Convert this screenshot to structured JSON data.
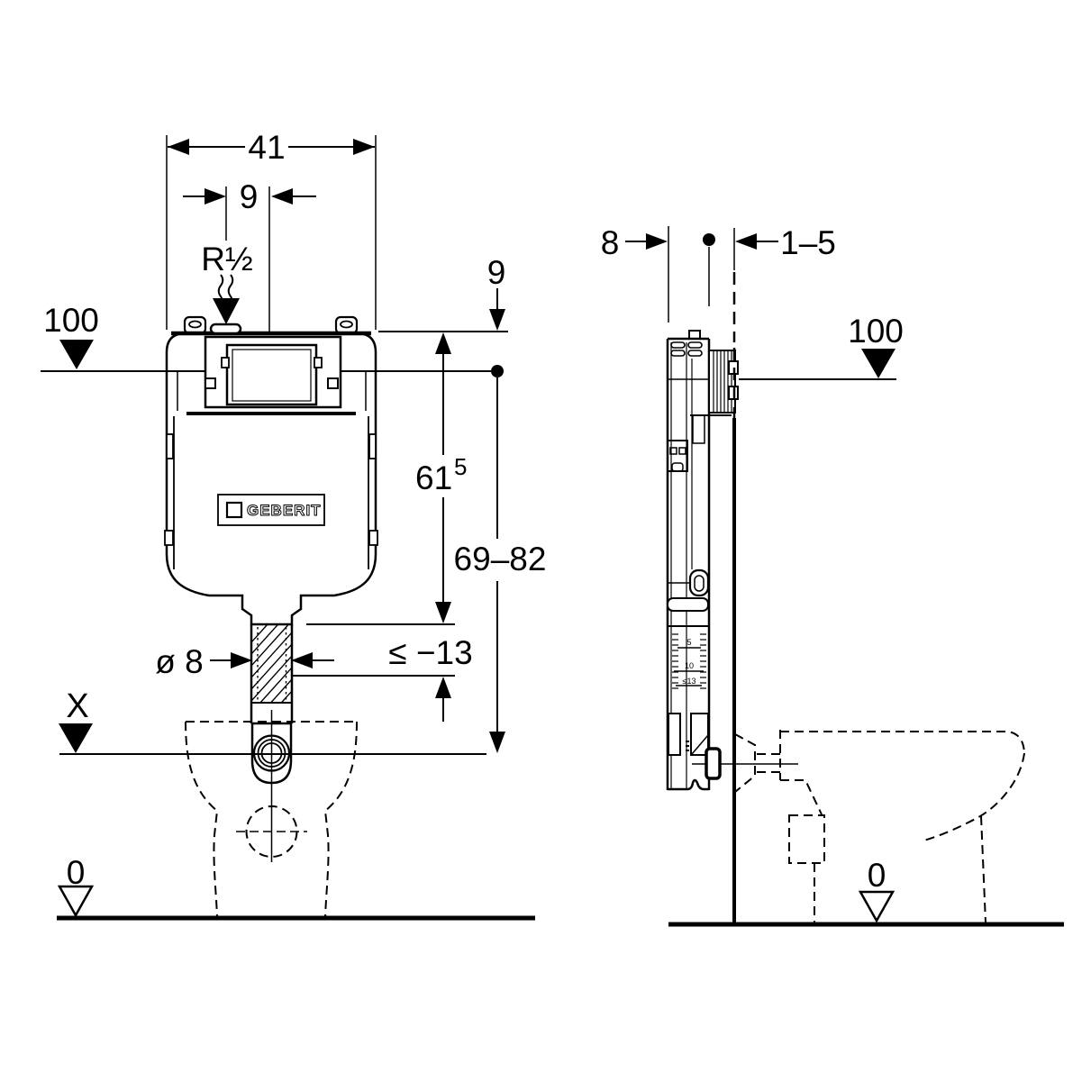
{
  "drawing": {
    "brand_label": "GEBERIT",
    "front": {
      "dim_width": "41",
      "dim_inlet_offset": "9",
      "inlet_label": "R½",
      "datum_100": "100",
      "dim_top": "9",
      "height_main": "61",
      "height_sup": "5",
      "activation_range": "69–82",
      "cut_allowance": "≤ −13",
      "pipe_diameter": "ø 8",
      "datum_x": "X",
      "datum_zero": "0"
    },
    "side": {
      "dim_depth": "8",
      "dim_wall_finish": "1–5",
      "datum_100": "100",
      "datum_zero": "0",
      "scale_5": "5",
      "scale_10": "10",
      "scale_13": "≤13"
    }
  }
}
